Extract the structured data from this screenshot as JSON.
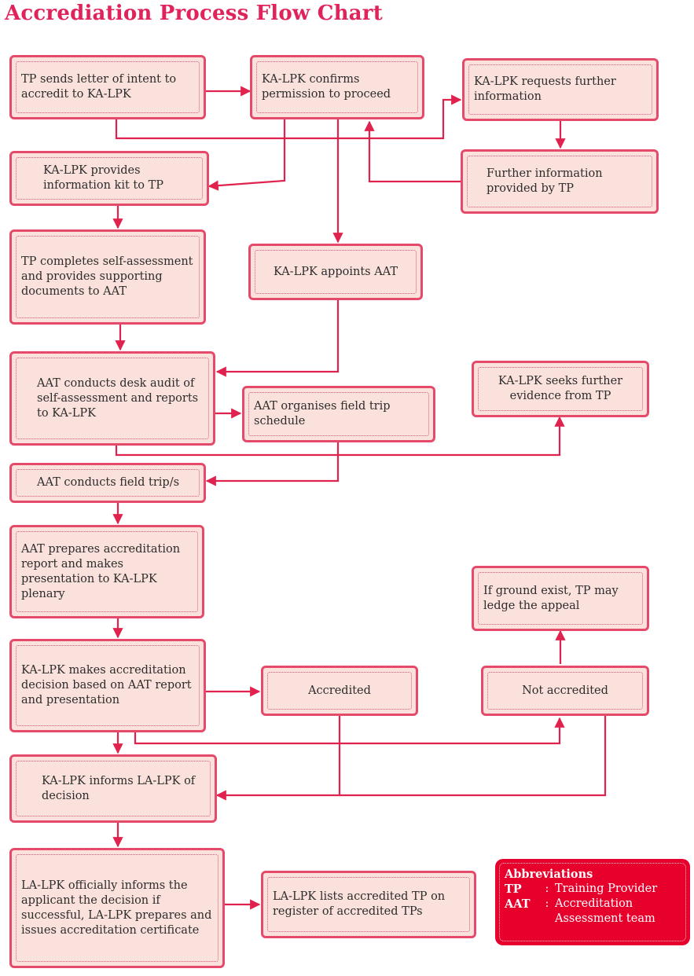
{
  "title": "Accrediation Process Flow Chart",
  "nodes": {
    "tp_letter": "TP sends letter of intent to accredit to KA-LPK",
    "ka_confirms": "KA-LPK confirms permission to proceed",
    "ka_requests": "KA-LPK requests further information",
    "ka_info_kit": "KA-LPK provides information kit to TP",
    "further_info": "Further information provided by TP",
    "tp_self_assessment": "TP completes self-assessment and provides supporting documents to AAT",
    "ka_appoints": "KA-LPK appoints AAT",
    "aat_desk_audit": "AAT conducts desk audit of self-assessment and reports to KA-LPK",
    "aat_field_schedule": "AAT organises field trip schedule",
    "ka_further_evidence": "KA-LPK seeks further evidence from TP",
    "aat_field_trip": "AAT conducts field trip/s",
    "aat_report": "AAT prepares accreditation report and makes presentation to KA-LPK plenary",
    "appeal": "If ground exist, TP may ledge the appeal",
    "ka_decision": "KA-LPK makes accreditation decision based on AAT report and presentation",
    "accredited": "Accredited",
    "not_accredited": "Not accredited",
    "ka_informs_la": "KA-LPK informs LA-LPK of decision",
    "la_informs": "LA-LPK officially informs the applicant the decision if successful, LA-LPK prepares and issues accreditation certificate",
    "la_lists": "LA-LPK lists accredited TP on register of accredited TPs"
  },
  "abbreviations": {
    "heading": "Abbreviations",
    "colon": ":",
    "items": [
      {
        "key": "TP",
        "value": "Training Provider"
      },
      {
        "key": "AAT",
        "value": "Accreditation Assessment team"
      }
    ]
  },
  "colors": {
    "title": "#e0235a",
    "box_fill": "#fbe1dc",
    "box_border": "#e64a6a",
    "arrow": "#e0234e",
    "abbr_fill": "#e8002c"
  }
}
